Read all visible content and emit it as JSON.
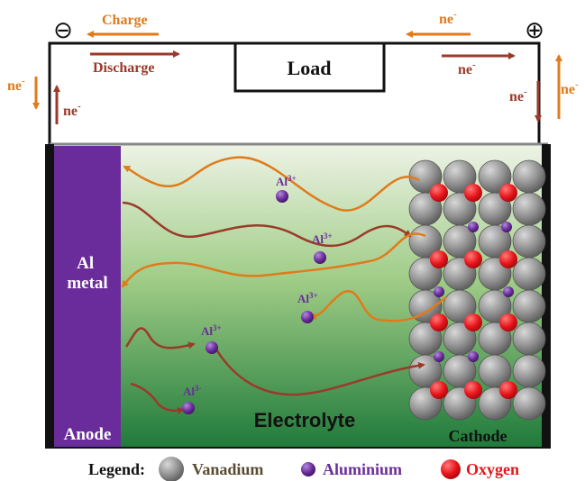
{
  "diagram": {
    "load_label": "Load",
    "charge_label": "Charge",
    "discharge_label": "Discharge",
    "electron_label": "ne",
    "electron_sup": "-",
    "anode_terminal_symbol": "⊖",
    "cathode_terminal_symbol": "⊕",
    "anode_material_line1": "Al",
    "anode_material_line2": "metal",
    "anode_label": "Anode",
    "electrolyte_label": "Electrolyte",
    "cathode_label": "Cathode",
    "ion_label": "Al",
    "ion_sup": "3+",
    "ion_sup_alt": "3-"
  },
  "legend": {
    "title": "Legend:",
    "items": [
      {
        "label": "Vanadium",
        "color": "#8c8c8c"
      },
      {
        "label": "Aluminium",
        "color": "#6a2c9a"
      },
      {
        "label": "Oxygen",
        "color": "#e8141a"
      }
    ]
  },
  "colors": {
    "charge_arrow": "#e07b1a",
    "discharge_arrow": "#9a3a2a",
    "anode_fill": "#6a2c9a",
    "label_purple": "#6a2c9a",
    "label_red": "#e8141a",
    "label_vanadium": "#5a4a32"
  }
}
